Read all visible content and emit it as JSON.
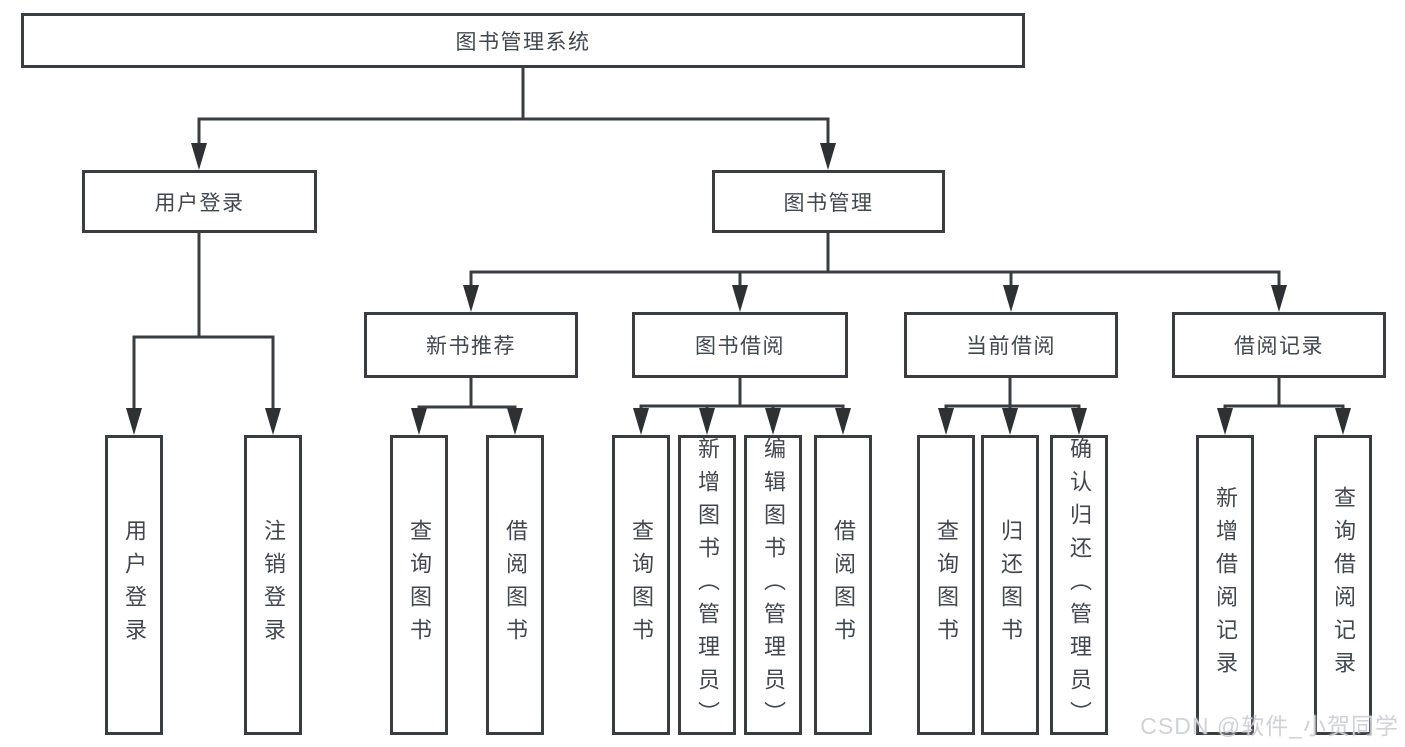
{
  "tree": {
    "label": "图书管理系统",
    "children": [
      {
        "label": "用户登录",
        "children": [
          {
            "label": "用户登录"
          },
          {
            "label": "注销登录"
          }
        ]
      },
      {
        "label": "图书管理",
        "children": [
          {
            "label": "新书推荐",
            "children": [
              {
                "label": "查询图书"
              },
              {
                "label": "借阅图书"
              }
            ]
          },
          {
            "label": "图书借阅",
            "children": [
              {
                "label": "查询图书"
              },
              {
                "label": "新增图书（管理员）"
              },
              {
                "label": "编辑图书（管理员）"
              },
              {
                "label": "借阅图书"
              }
            ]
          },
          {
            "label": "当前借阅",
            "children": [
              {
                "label": "查询图书"
              },
              {
                "label": "归还图书"
              },
              {
                "label": "确认归还（管理员）"
              }
            ]
          },
          {
            "label": "借阅记录",
            "children": [
              {
                "label": "新增借阅记录"
              },
              {
                "label": "查询借阅记录"
              }
            ]
          }
        ]
      }
    ]
  },
  "watermark": {
    "text": "CSDN @软件_小贺同学"
  },
  "colors": {
    "line": "#3a3c3f",
    "arrow": "#2e3032",
    "text": "#43474d",
    "background": "#ffffff",
    "watermark": "#cdd0d4"
  }
}
